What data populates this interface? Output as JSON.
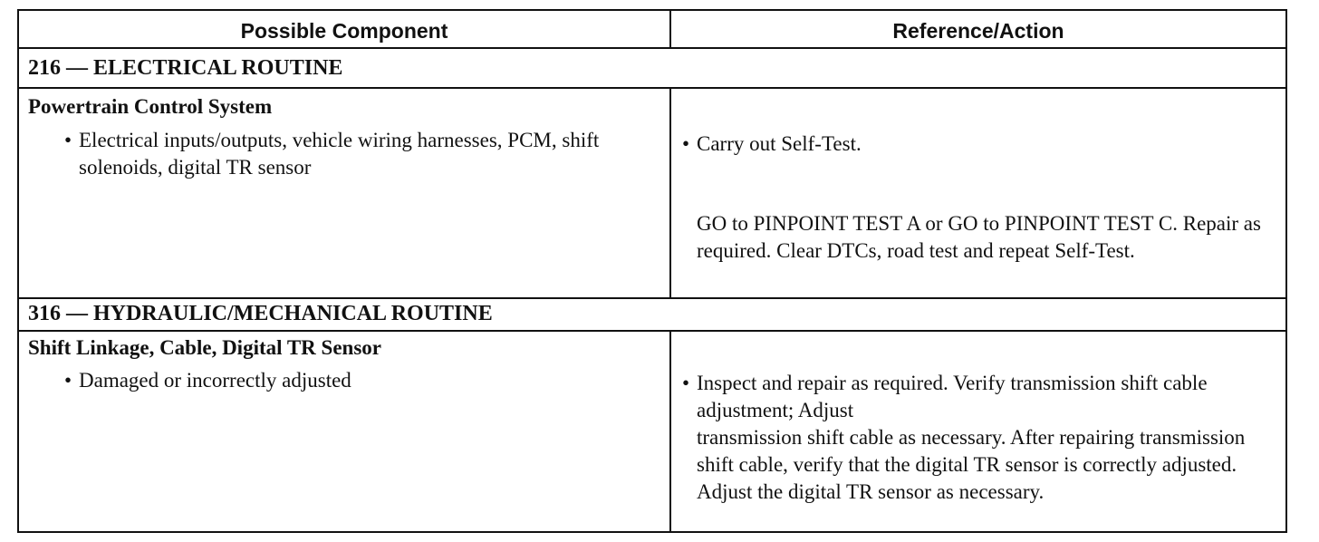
{
  "header": {
    "col1": "Possible Component",
    "col2": "Reference/Action"
  },
  "sections": [
    {
      "title": "216 — ELECTRICAL ROUTINE",
      "component": "Powertrain Control System",
      "bullet": "Electrical inputs/outputs, vehicle wiring harnesses, PCM, shift solenoids, digital TR sensor",
      "action_bullet": "Carry out Self-Test.",
      "action_text": "GO to PINPOINT TEST A or GO to PINPOINT TEST C. Repair as required. Clear DTCs, road test and repeat Self-Test."
    },
    {
      "title": "316 — HYDRAULIC/MECHANICAL ROUTINE",
      "component": "Shift Linkage, Cable, Digital TR Sensor",
      "bullet": "Damaged or incorrectly adjusted",
      "action_bullet": "Inspect and repair as required. Verify transmission shift cable adjustment; Adjust",
      "action_text": "transmission shift cable as necessary. After repairing transmission shift cable, verify that the digital TR sensor is correctly adjusted. Adjust the digital TR sensor as necessary."
    }
  ]
}
